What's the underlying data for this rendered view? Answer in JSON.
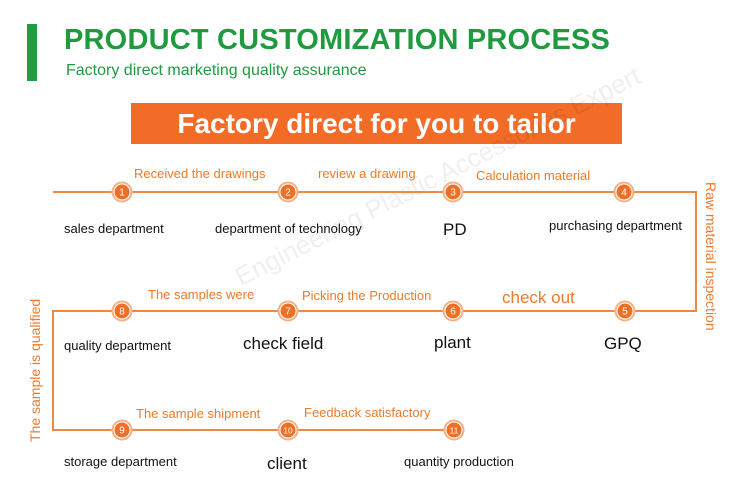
{
  "header": {
    "title": "PRODUCT CUSTOMIZATION PROCESS",
    "subtitle": "Factory direct marketing quality assurance",
    "banner": "Factory direct for you to tailor"
  },
  "watermark": "Engineering Plastic Accessories Expert",
  "colors": {
    "brand_green": "#1f9a3f",
    "accent_orange": "#f26b27"
  },
  "steps": [
    {
      "num": "1",
      "dept": "sales department"
    },
    {
      "num": "2",
      "dept": "department of technology"
    },
    {
      "num": "3",
      "dept": "PD"
    },
    {
      "num": "4",
      "dept": "purchasing department"
    },
    {
      "num": "5",
      "dept": "GPQ"
    },
    {
      "num": "6",
      "dept": "plant"
    },
    {
      "num": "7",
      "dept": "check field"
    },
    {
      "num": "8",
      "dept": "quality department"
    },
    {
      "num": "9",
      "dept": "storage department"
    },
    {
      "num": "10",
      "dept": "client"
    },
    {
      "num": "11",
      "dept": "quantity production"
    }
  ],
  "transitions": [
    "Received the drawings",
    "review a drawing",
    "Calculation  material",
    "Raw material inspection",
    "check out",
    "Picking the Production",
    "The samples were",
    "The sample is qualified",
    "The sample shipment",
    "Feedback satisfactory"
  ]
}
